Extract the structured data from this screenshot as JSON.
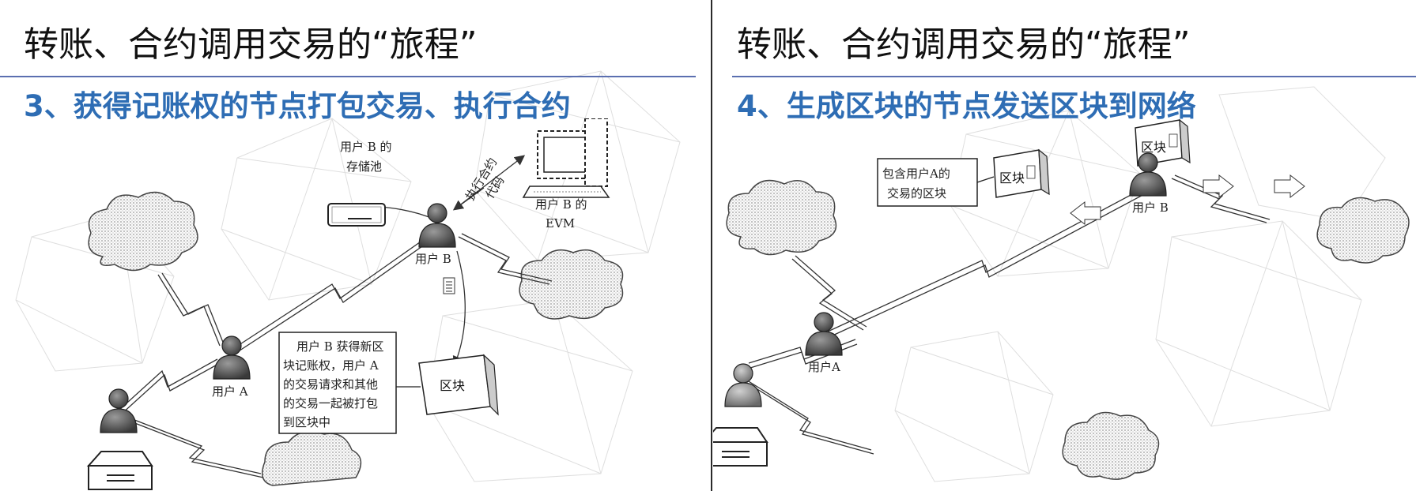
{
  "left": {
    "title": "转账、合约调用交易的“旅程”",
    "subtitle": "3、获得记账权的节点打包交易、执行合约",
    "diagram": {
      "pool_label": {
        "line1": "用户 B 的",
        "line2": "存储池"
      },
      "user_b_label": "用户 B",
      "user_a_label": "用户 A",
      "exec_label": {
        "line1": "执行合约",
        "line2": "代码"
      },
      "evm_label": {
        "line1": "用户 B 的",
        "line2": "EVM"
      },
      "block_label": "区块",
      "note_lines": [
        "用户 B 获得新区",
        "块记账权，用户 A",
        "的交易请求和其他",
        "的交易一起被打包",
        "到区块中"
      ]
    }
  },
  "right": {
    "title": "转账、合约调用交易的“旅程”",
    "subtitle": "4、生成区块的节点发送区块到网络",
    "diagram": {
      "note_lines": [
        "包含用户A的",
        "交易的区块"
      ],
      "block_label_mid": "区块",
      "block_label_top": "区块",
      "user_b_label": "用户 B",
      "user_a_label": "用户A"
    }
  },
  "colors": {
    "subtitle": "#2e6db4",
    "rule": "#5b6fb0",
    "title": "#111111"
  }
}
